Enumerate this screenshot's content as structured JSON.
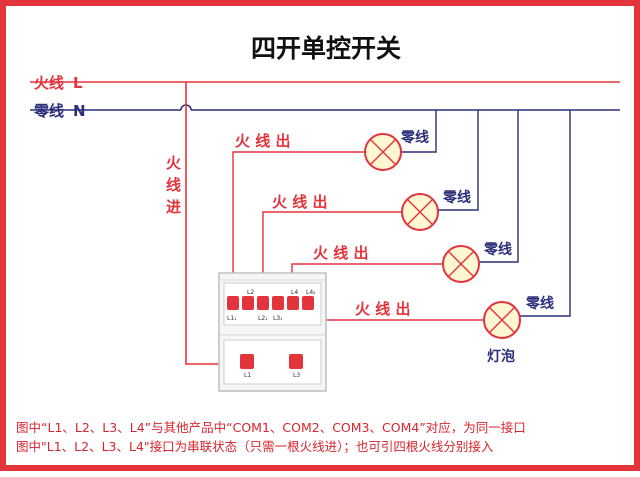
{
  "title": "四开单控开关",
  "lines": {
    "live_label": "火线",
    "live_letter": "L",
    "neutral_label": "零线",
    "neutral_letter": "N"
  },
  "live_in": [
    "火",
    "线",
    "进"
  ],
  "outputs": [
    {
      "out_label": "火 线 出",
      "neutral_label": "零线"
    },
    {
      "out_label": "火 线 出",
      "neutral_label": "零线"
    },
    {
      "out_label": "火 线 出",
      "neutral_label": "零线"
    },
    {
      "out_label": "火 线 出",
      "neutral_label": "零线"
    }
  ],
  "bulb_label": "灯泡",
  "switch": {
    "top_labels": [
      "L2",
      "L4",
      "L4₂"
    ],
    "bottom_labels": [
      "L1₁",
      "L2₁",
      "L3₁"
    ],
    "base_labels": [
      "L1",
      "L3"
    ]
  },
  "caption": {
    "line1": "图中“L1、L2、L3、L4”与其他产品中“COM1、COM2、COM3、COM4”对应，为同一接口",
    "line2": "图中\"L1、L2、L3、L4\"接口为串联状态（只需一根火线进）；也可引四根火线分别接入"
  },
  "colors": {
    "live": "#e3343c",
    "neutral": "#2b2f7a",
    "title": "#111111",
    "terminal": "#e3343c",
    "bulb_fill": "#fff6d2",
    "bulb_stroke": "#e3343c"
  }
}
